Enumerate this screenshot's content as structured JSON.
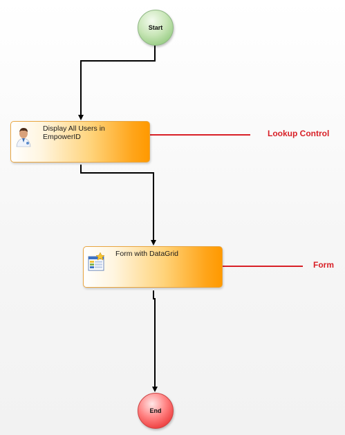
{
  "nodes": {
    "start": "Start",
    "activity1": "Display All Users in EmpowerID",
    "activity2": "Form with DataGrid",
    "end": "End"
  },
  "annotations": {
    "lookup": "Lookup Control",
    "form": "Form"
  },
  "icons": {
    "activity1": "user-icon",
    "activity2": "form-grid-icon"
  },
  "colors": {
    "annotation": "#d81f26",
    "start": "#9fd08a",
    "end": "#ff3b3b",
    "activity": "#ffa51a"
  }
}
